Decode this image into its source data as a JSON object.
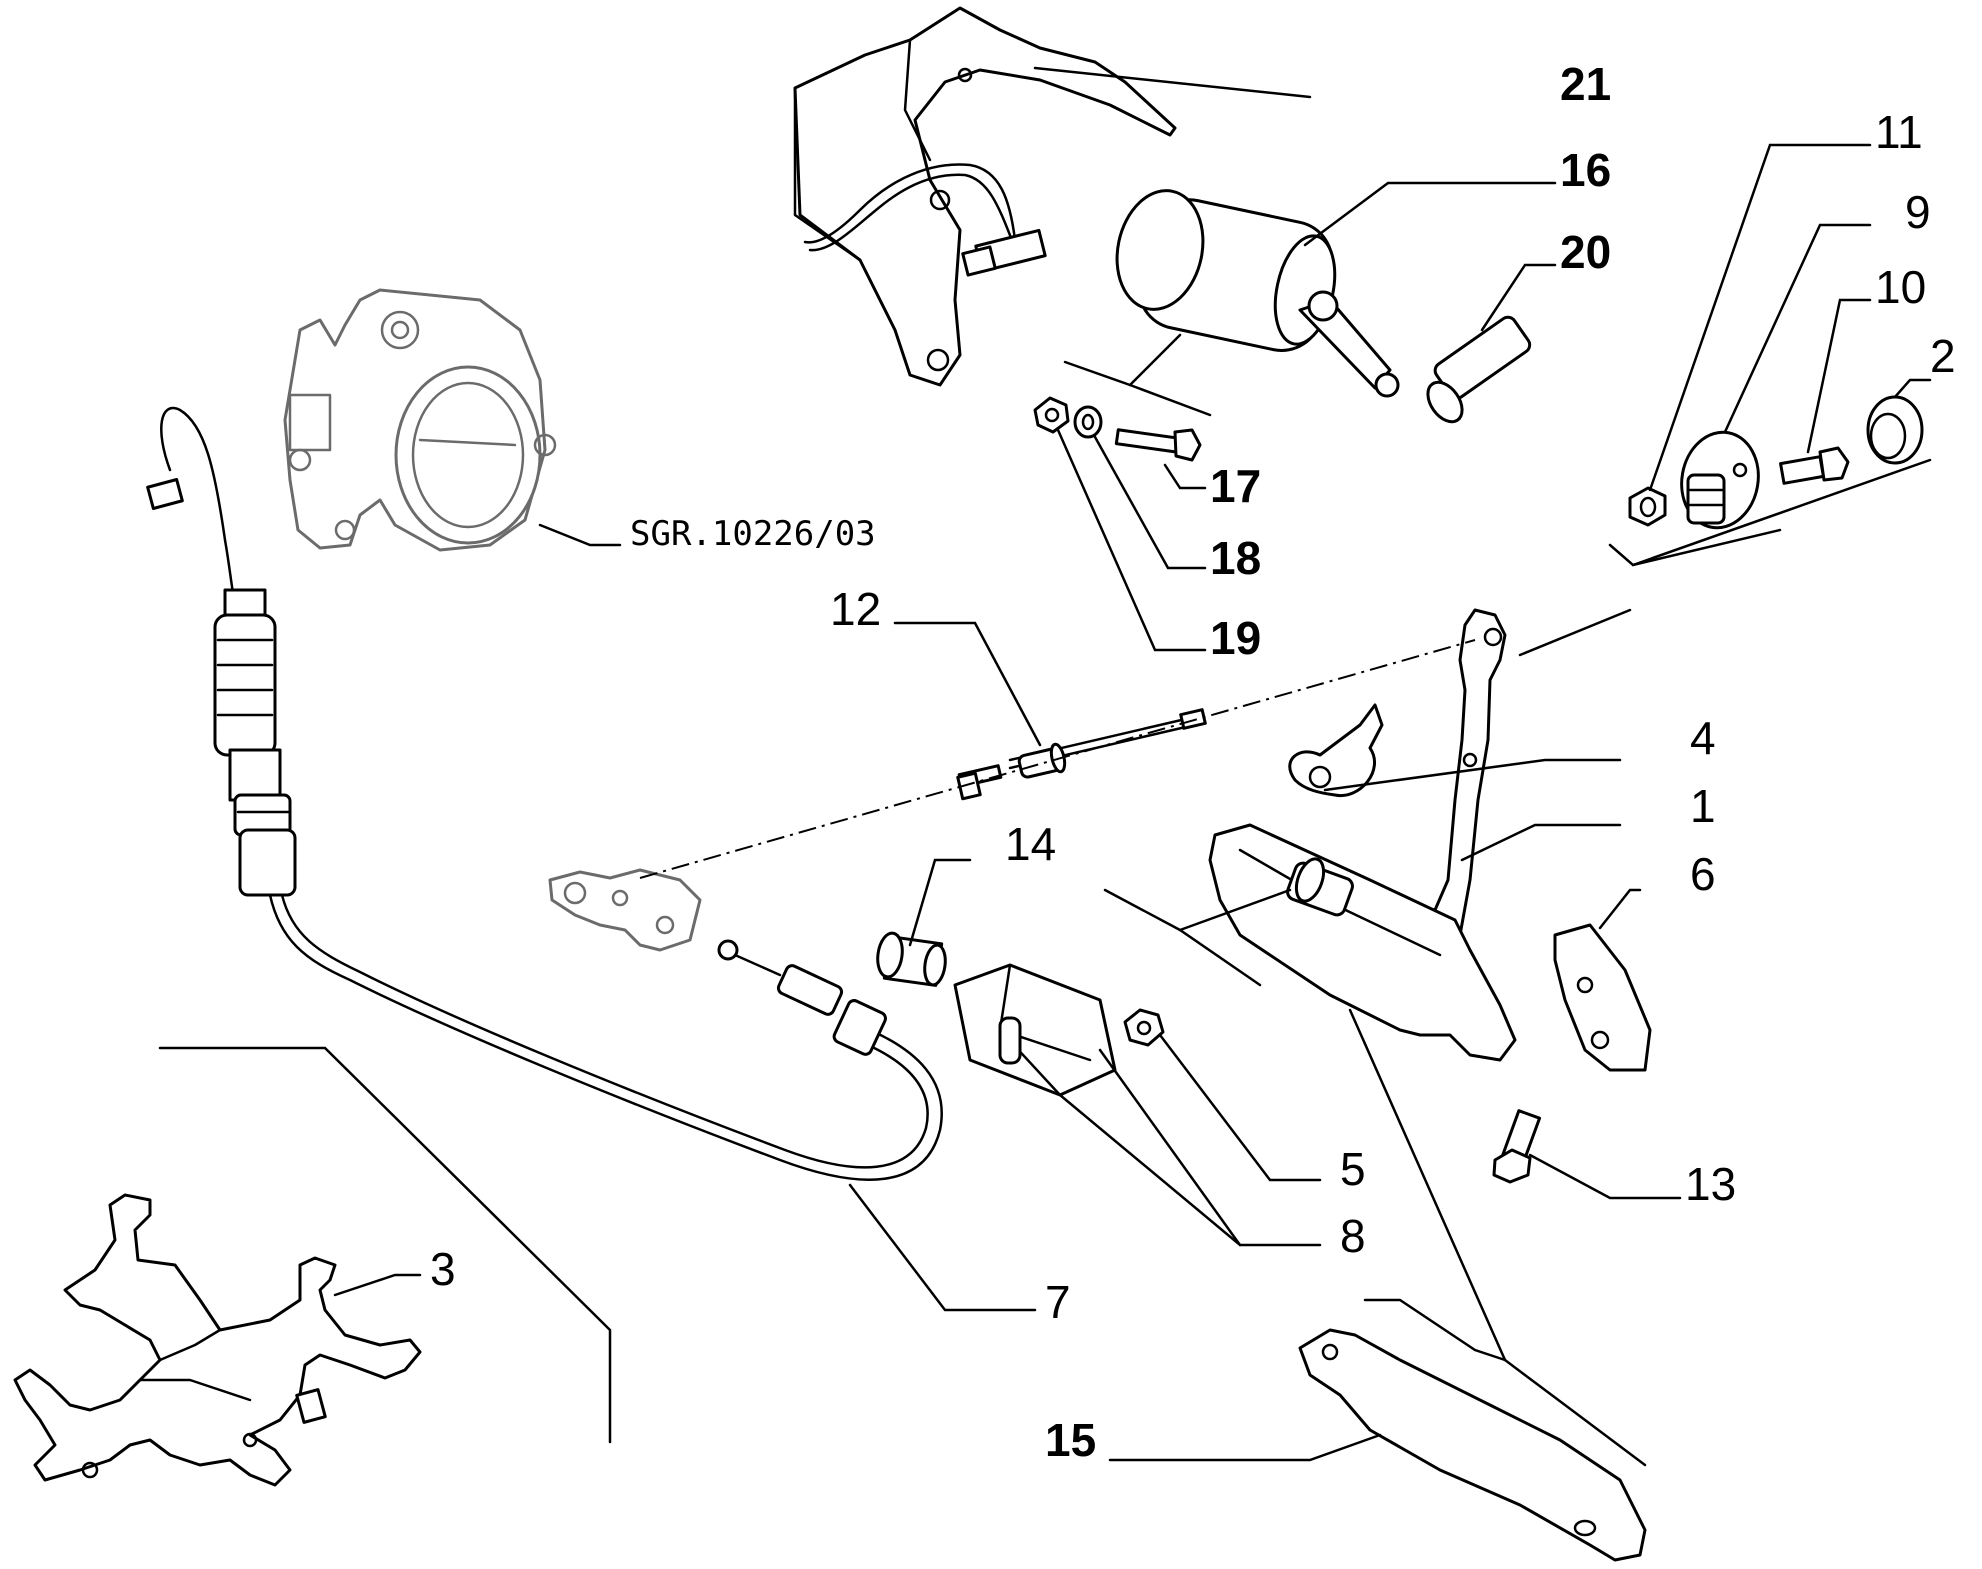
{
  "diagram": {
    "reference_code": "SGR.10226/03",
    "callouts": {
      "c1": "1",
      "c2": "2",
      "c3": "3",
      "c4": "4",
      "c5": "5",
      "c6": "6",
      "c7": "7",
      "c8": "8",
      "c9": "9",
      "c10": "10",
      "c11": "11",
      "c12": "12",
      "c13": "13",
      "c14": "14",
      "c15": "15",
      "c16": "16",
      "c17": "17",
      "c18": "18",
      "c19": "19",
      "c20": "20",
      "c21": "21"
    }
  }
}
